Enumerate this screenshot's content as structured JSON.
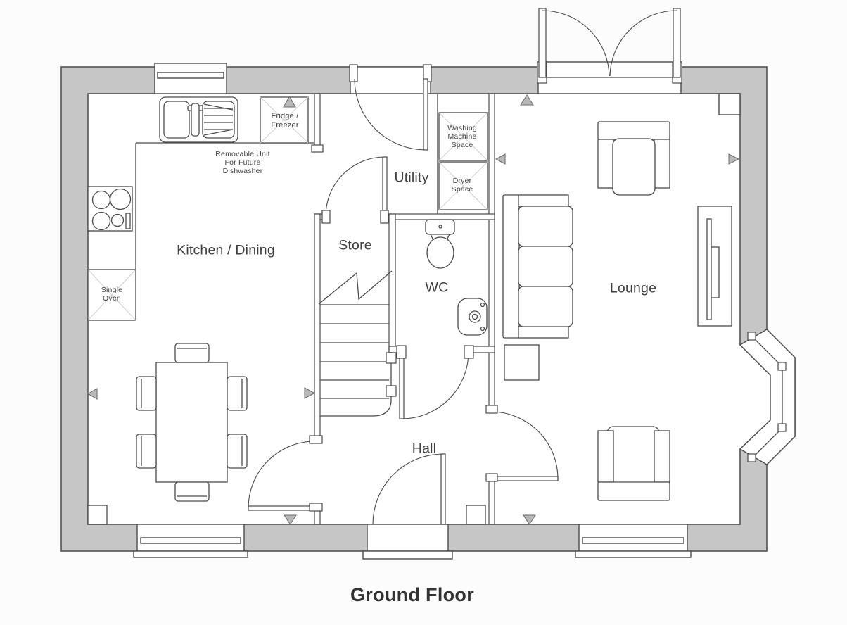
{
  "title": "Ground Floor",
  "rooms": {
    "kitchen_dining": "Kitchen / Dining",
    "utility": "Utility",
    "store": "Store",
    "wc": "WC",
    "hall": "Hall",
    "lounge": "Lounge"
  },
  "fixtures": {
    "fridge_freezer": "Fridge /\nFreezer",
    "removable_unit": "Removable Unit\nFor Future\nDishwasher",
    "single_oven": "Single\nOven",
    "washing_machine": "Washing\nMachine\nSpace",
    "dryer": "Dryer\nSpace"
  },
  "colors": {
    "wall_fill": "#c6c6c6",
    "line": "#4a4a4a",
    "light_line": "#cfcfcf",
    "marker_fill": "#b8b8b8",
    "text": "#3f3f3f",
    "title_text": "#333333",
    "background": "#fcfcfc",
    "floor": "#ffffff"
  }
}
